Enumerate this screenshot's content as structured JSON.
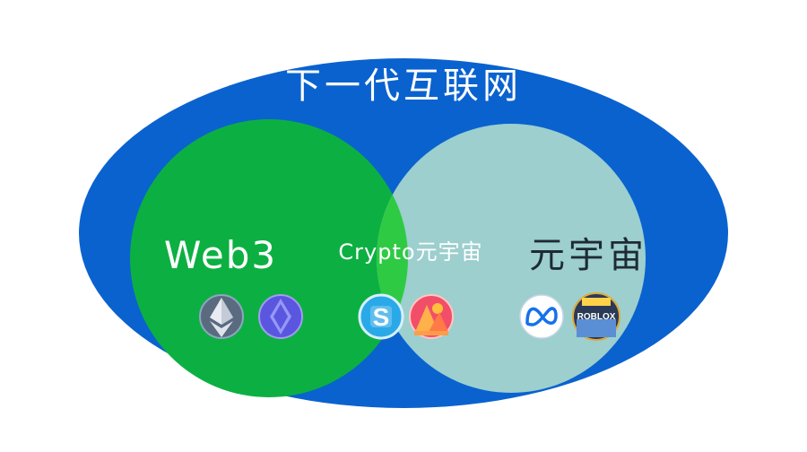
{
  "diagram": {
    "title": "下一代互联网",
    "sets": {
      "web3": "Web3",
      "crypto_metaverse": "Crypto元宇宙",
      "metaverse": "元宇宙"
    },
    "icons": {
      "web3": [
        "ethereum-icon",
        "ens-icon"
      ],
      "crypto_metaverse": [
        "sandbox-icon",
        "decentraland-icon"
      ],
      "metaverse": [
        "meta-icon",
        "roblox-icon"
      ]
    },
    "logo_text": {
      "sandbox": "S",
      "roblox": "ROBLOX"
    },
    "colors": {
      "outer": "#0a62cf",
      "web3": "#0cb042",
      "metaverse": "#9ccfce",
      "overlap": "#2fca44"
    }
  }
}
